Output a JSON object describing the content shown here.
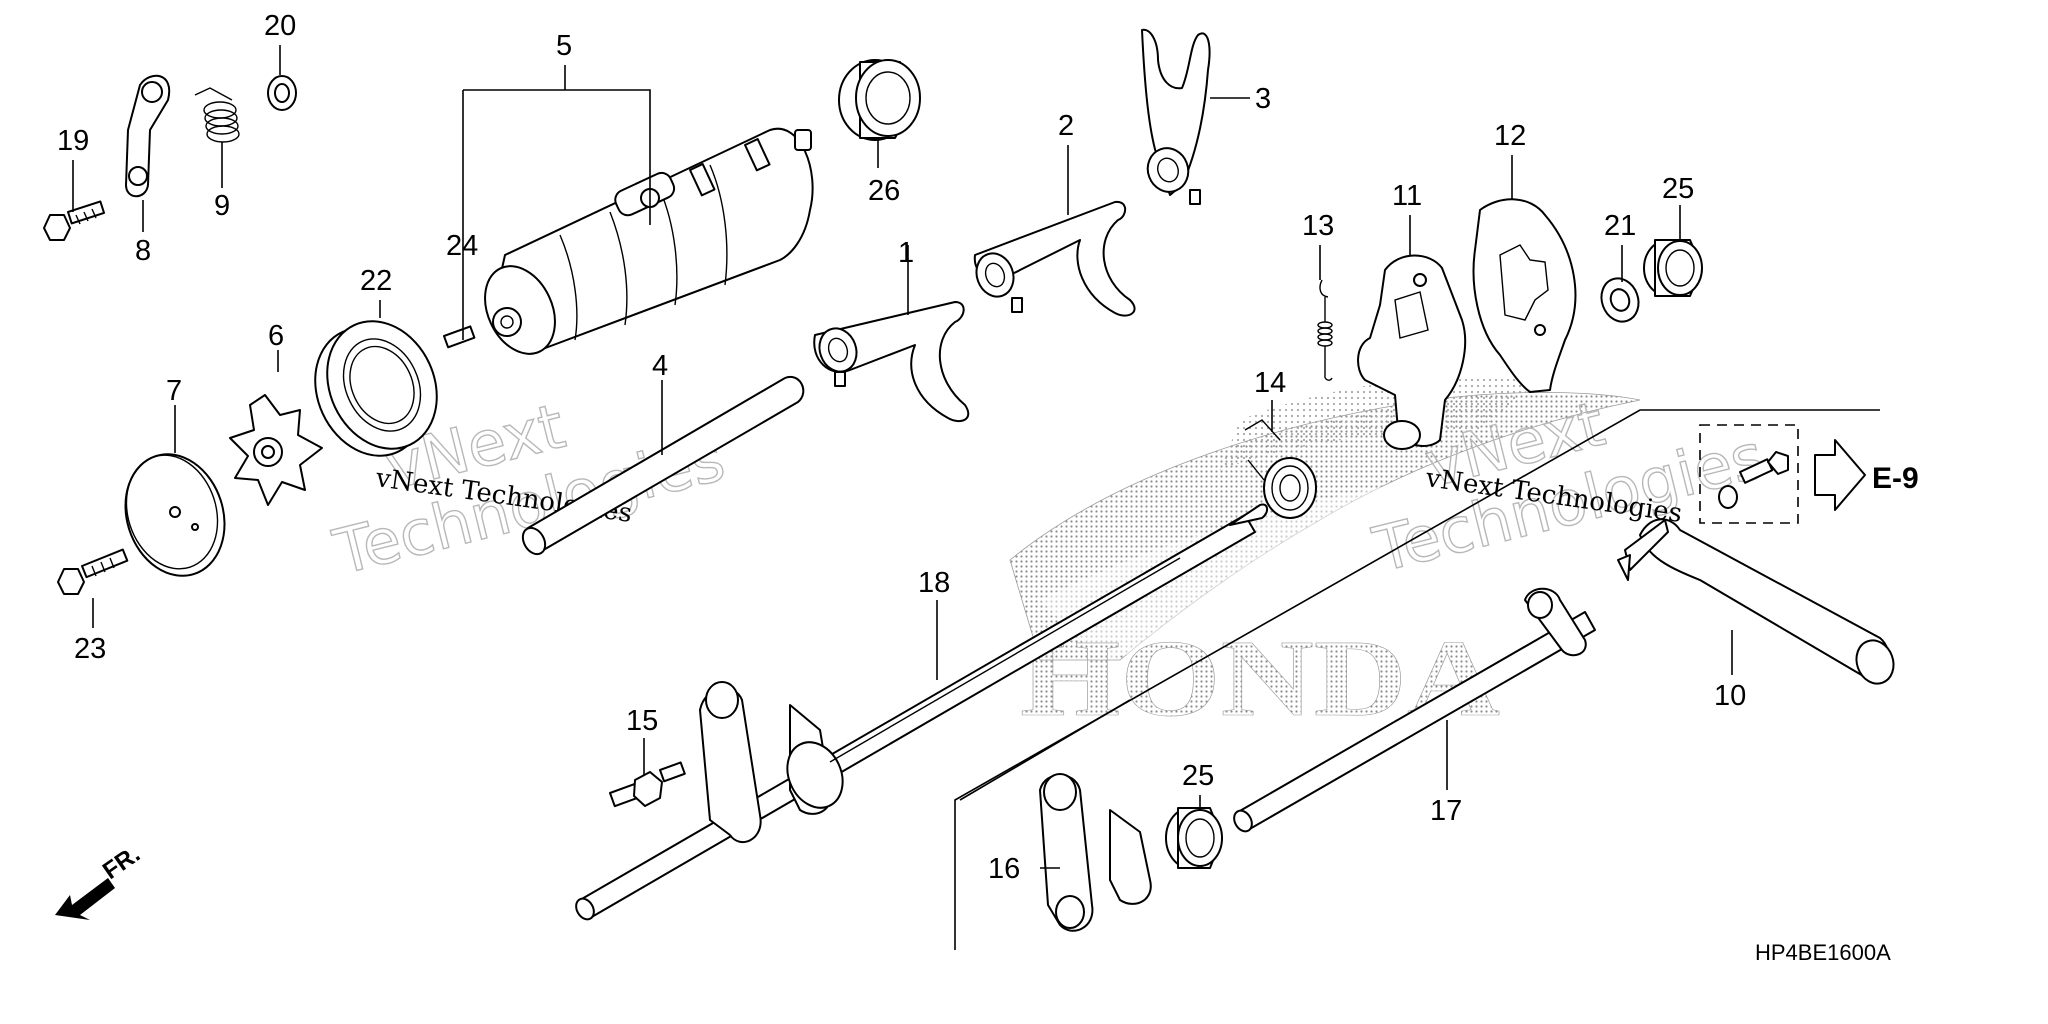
{
  "diagram": {
    "code": "HP4BE1600A",
    "brand_mark": "HONDA",
    "front_indicator": "FR.",
    "reference": "E-9",
    "watermarks": [
      {
        "big": "vNext",
        "big2": "Technologies",
        "small": "vNext Technologies"
      },
      {
        "big": "vNext",
        "big2": "Technologies",
        "small": "vNext Technologies"
      }
    ],
    "parts": [
      {
        "id": "p1",
        "number": "1"
      },
      {
        "id": "p2",
        "number": "2"
      },
      {
        "id": "p3",
        "number": "3"
      },
      {
        "id": "p4",
        "number": "4"
      },
      {
        "id": "p5",
        "number": "5"
      },
      {
        "id": "p6",
        "number": "6"
      },
      {
        "id": "p7",
        "number": "7"
      },
      {
        "id": "p8",
        "number": "8"
      },
      {
        "id": "p9",
        "number": "9"
      },
      {
        "id": "p10",
        "number": "10"
      },
      {
        "id": "p11",
        "number": "11"
      },
      {
        "id": "p12",
        "number": "12"
      },
      {
        "id": "p13",
        "number": "13"
      },
      {
        "id": "p14",
        "number": "14"
      },
      {
        "id": "p15",
        "number": "15"
      },
      {
        "id": "p16",
        "number": "16"
      },
      {
        "id": "p17",
        "number": "17"
      },
      {
        "id": "p18",
        "number": "18"
      },
      {
        "id": "p19",
        "number": "19"
      },
      {
        "id": "p20",
        "number": "20"
      },
      {
        "id": "p21",
        "number": "21"
      },
      {
        "id": "p22",
        "number": "22"
      },
      {
        "id": "p23",
        "number": "23"
      },
      {
        "id": "p24",
        "number": "24"
      },
      {
        "id": "p25a",
        "number": "25"
      },
      {
        "id": "p25b",
        "number": "25"
      },
      {
        "id": "p26",
        "number": "26"
      }
    ]
  }
}
